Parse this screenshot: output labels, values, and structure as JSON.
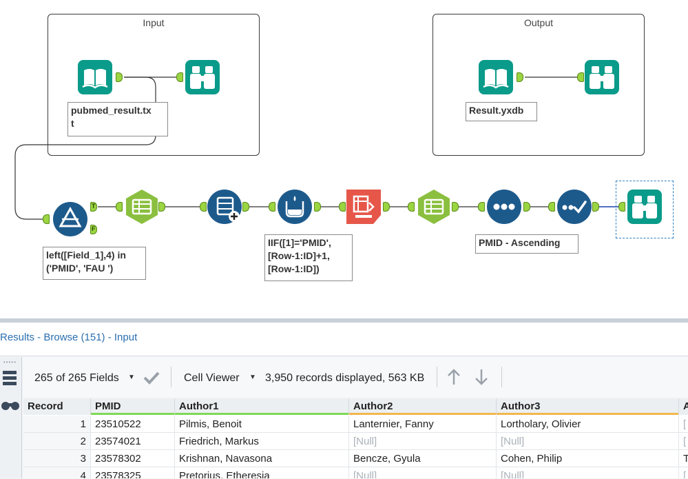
{
  "canvas": {
    "containers": [
      {
        "title": "Input"
      },
      {
        "title": "Output"
      }
    ],
    "annotations": {
      "input_file": "pubmed_result.tx\nt",
      "output_file": "Result.yxdb",
      "filter_expr": "left([Field_1],4) in\n('PMID', 'FAU ')",
      "formula_expr": "IIF([1]='PMID',\n[Row-1:ID]+1,\n[Row-1:ID])",
      "sort_expr": "PMID - Ascending"
    },
    "anchor_labels": {
      "true": "T",
      "false": "F"
    },
    "colors": {
      "input_tool": "#0a9b8a",
      "browse_tool": "#0a9b8a",
      "filter_tool": "#1d5a8c",
      "select_tool": "#8bbf3f",
      "formula_tool": "#1d5a8c",
      "crosstab_tool": "#e6574a",
      "anchor": "#9bd542"
    }
  },
  "results": {
    "title": "Results - Browse (151) - Input",
    "toolbar": {
      "fields": "265 of 265 Fields",
      "viewer": "Cell Viewer",
      "records_info": "3,950 records displayed, 563 KB"
    },
    "columns": [
      "Record",
      "PMID",
      "Author1",
      "Author2",
      "Author3",
      "A"
    ],
    "rows": [
      {
        "record": "1",
        "pmid": "23510522",
        "author1": "Pilmis, Benoit",
        "author2": "Lanternier, Fanny",
        "author3": "Lortholary, Olivier",
        "next": "["
      },
      {
        "record": "2",
        "pmid": "23574021",
        "author1": "Friedrich, Markus",
        "author2": "[Null]",
        "author3": "[Null]",
        "next": "["
      },
      {
        "record": "3",
        "pmid": "23578302",
        "author1": "Krishnan, Navasona",
        "author2": "Bencze, Gyula",
        "author3": "Cohen, Philip",
        "next": "T"
      },
      {
        "record": "4",
        "pmid": "23578325",
        "author1": "Pretorius, Etheresia",
        "author2": "[Null]",
        "author3": "[Null]",
        "next": "["
      }
    ]
  }
}
